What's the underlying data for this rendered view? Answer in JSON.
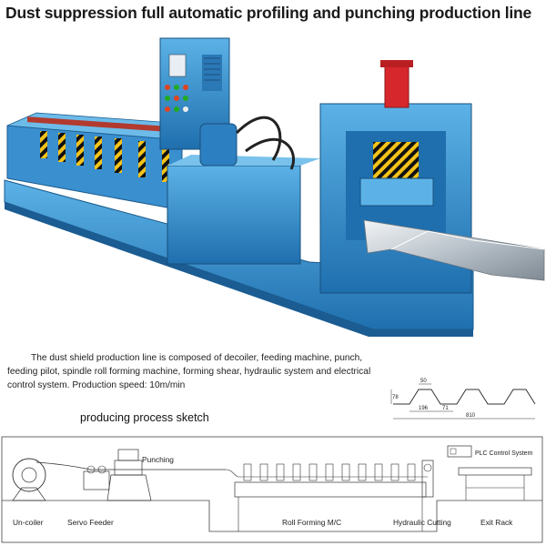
{
  "title": "Dust suppression full automatic profiling and punching production line",
  "description": {
    "line1": "The dust shield production line is composed of decoiler, feeding machine, punch,",
    "line2": "feeding pilot, spindle roll forming machine, forming shear, hydraulic system and electrical",
    "line3": "control system. Production speed: 10m/min"
  },
  "sketch_title": "producing process sketch",
  "profile_dims": {
    "height": "78",
    "top": "50",
    "pitch": "196",
    "gap": "71",
    "total": "810"
  },
  "process_labels": {
    "punching": "Punching",
    "plc": "PLC Control System",
    "uncoiler": "Un-coiler",
    "servo": "Servo Feeder",
    "rollforming": "Roll Forming M/C",
    "cutting": "Hydraulic Cutting",
    "exit": "Exit Rack"
  },
  "colors": {
    "machine_blue": "#2f86c4",
    "machine_blue_dark": "#1d5f96",
    "machine_blue_light": "#5fb0e2",
    "cylinder_red": "#d6282c",
    "warning_yellow": "#f4c31a"
  }
}
